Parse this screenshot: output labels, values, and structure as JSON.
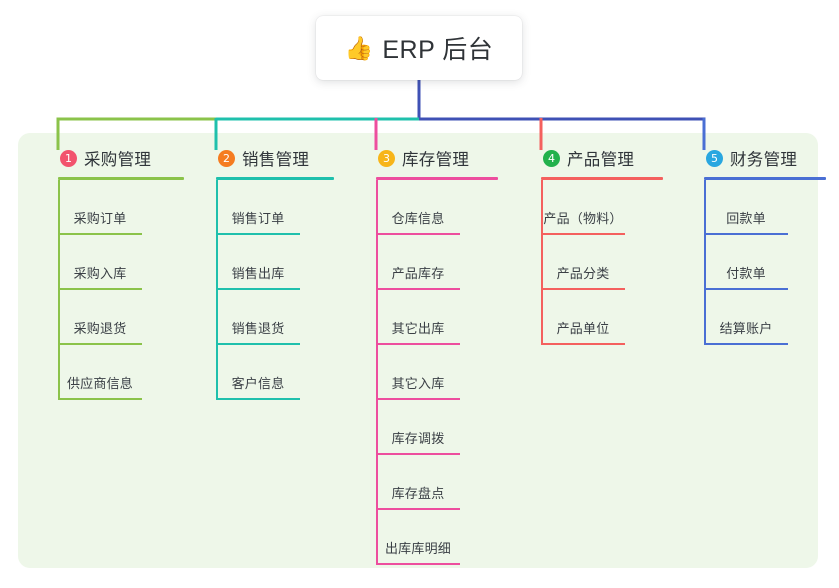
{
  "title": {
    "icon": "thumbs-up-icon",
    "emoji": "👍",
    "text": "ERP 后台"
  },
  "theme": {
    "panel_bg": "#eef7e9",
    "page_bg": "#ffffff",
    "card_bg": "#ffffff",
    "title_color": "#2f3337",
    "stem_color": "#3f51b5"
  },
  "columns": [
    {
      "number": "1",
      "title": "采购管理",
      "badge_color": "#f2536d",
      "line_color": "#8bc34a",
      "items": [
        {
          "label": "采购订单"
        },
        {
          "label": "采购入库"
        },
        {
          "label": "采购退货"
        },
        {
          "label": "供应商信息"
        }
      ]
    },
    {
      "number": "2",
      "title": "销售管理",
      "badge_color": "#f57c20",
      "line_color": "#1fc0ac",
      "items": [
        {
          "label": "销售订单"
        },
        {
          "label": "销售出库"
        },
        {
          "label": "销售退货"
        },
        {
          "label": "客户信息"
        }
      ]
    },
    {
      "number": "3",
      "title": "库存管理",
      "badge_color": "#f7b519",
      "line_color": "#ed4e9e",
      "items": [
        {
          "label": "仓库信息"
        },
        {
          "label": "产品库存"
        },
        {
          "label": "其它出库"
        },
        {
          "label": "其它入库"
        },
        {
          "label": "库存调拨"
        },
        {
          "label": "库存盘点"
        },
        {
          "label": "出库库明细"
        }
      ]
    },
    {
      "number": "4",
      "title": "产品管理",
      "badge_color": "#22b14c",
      "line_color": "#f4605e",
      "items": [
        {
          "label": "产品（物料）"
        },
        {
          "label": "产品分类"
        },
        {
          "label": "产品单位"
        }
      ]
    },
    {
      "number": "5",
      "title": "财务管理",
      "badge_color": "#29a7e0",
      "line_color": "#4a6fd4",
      "items": [
        {
          "label": "回款单"
        },
        {
          "label": "付款单"
        },
        {
          "label": "结算账户"
        }
      ]
    }
  ]
}
